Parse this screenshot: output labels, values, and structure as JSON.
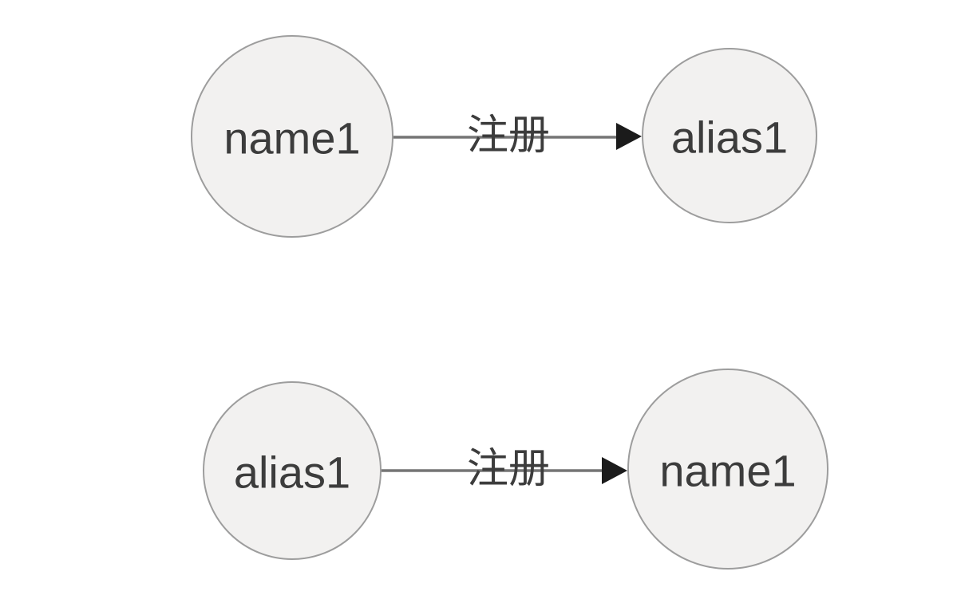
{
  "canvas": {
    "background": "#ffffff"
  },
  "colors": {
    "node_fill": "#f2f1f0",
    "node_border": "#9d9d9d",
    "node_text": "#3c3c3c",
    "edge_line": "#757575",
    "edge_arrowhead": "#1b1b1b",
    "edge_label_text": "#3c3c3c"
  },
  "diagrams": [
    {
      "source": {
        "label": "name1"
      },
      "edge": {
        "label": "注册",
        "direction": "right"
      },
      "target": {
        "label": "alias1"
      }
    },
    {
      "source": {
        "label": "alias1"
      },
      "edge": {
        "label": "注册",
        "direction": "right"
      },
      "target": {
        "label": "name1"
      }
    }
  ]
}
